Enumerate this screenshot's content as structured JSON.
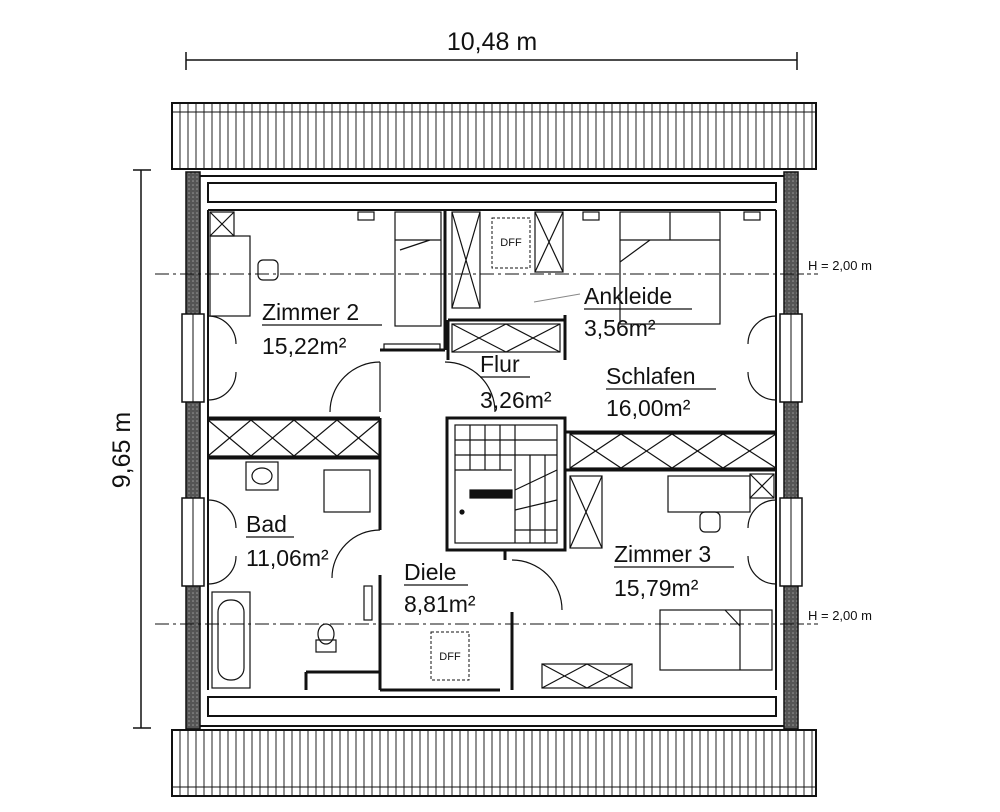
{
  "dimensions": {
    "width": "10,48 m",
    "depth": "9,65 m"
  },
  "height_lines": {
    "upper": "H = 2,00 m",
    "lower": "H = 2,00 m"
  },
  "rooms": {
    "zimmer2": {
      "name": "Zimmer 2",
      "area": "15,22m²"
    },
    "ankleide": {
      "name": "Ankleide",
      "area": "3,56m²"
    },
    "flur": {
      "name": "Flur",
      "area": "3,26m²"
    },
    "schlafen": {
      "name": "Schlafen",
      "area": "16,00m²"
    },
    "bad": {
      "name": "Bad",
      "area": "11,06m²"
    },
    "diele": {
      "name": "Diele",
      "area": "8,81m²"
    },
    "zimmer3": {
      "name": "Zimmer 3",
      "area": "15,79m²"
    }
  },
  "skylights": {
    "top": "DFF",
    "bottom": "DFF"
  }
}
